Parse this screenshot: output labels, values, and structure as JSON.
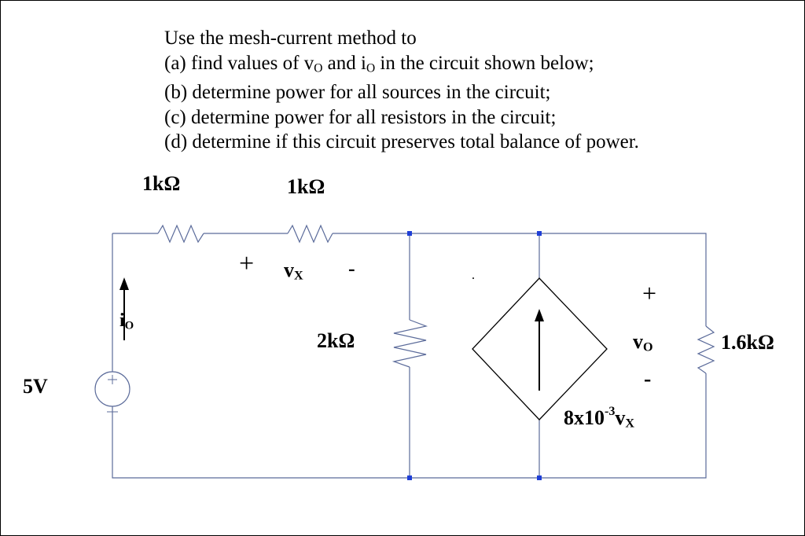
{
  "problem": {
    "lines": [
      "Use the mesh-current method to",
      "(a) find values of v",
      "(b) determine power for all sources in the circuit;",
      "(c) determine power for all resistors in the circuit;",
      "(d) determine if this circuit preserves total balance of power."
    ],
    "line_a": {
      "pre": "(a) find values of v",
      "sub1": "O",
      "mid": " and i",
      "sub2": "O",
      "post": " in the circuit shown below;"
    }
  },
  "circuit": {
    "wire_color": "#5b6b9a",
    "node_color": "#1f3fd6",
    "resistor_r1": "1kΩ",
    "resistor_r2": "1kΩ",
    "resistor_r3": "2kΩ",
    "resistor_r4": "1.6kΩ",
    "source_voltage": "5V",
    "source_plus": "+",
    "source_minus": "—",
    "vx_plus": "+",
    "vx_main": "v",
    "vx_sub": "X",
    "vx_minus": "-",
    "io_main": "i",
    "io_sub": "O",
    "vo_plus": "+",
    "vo_main": "v",
    "vo_sub": "O",
    "vo_minus": "-",
    "dep_coef": "8x10",
    "dep_exp": "-3",
    "dep_var": "v",
    "dep_sub": "X"
  }
}
